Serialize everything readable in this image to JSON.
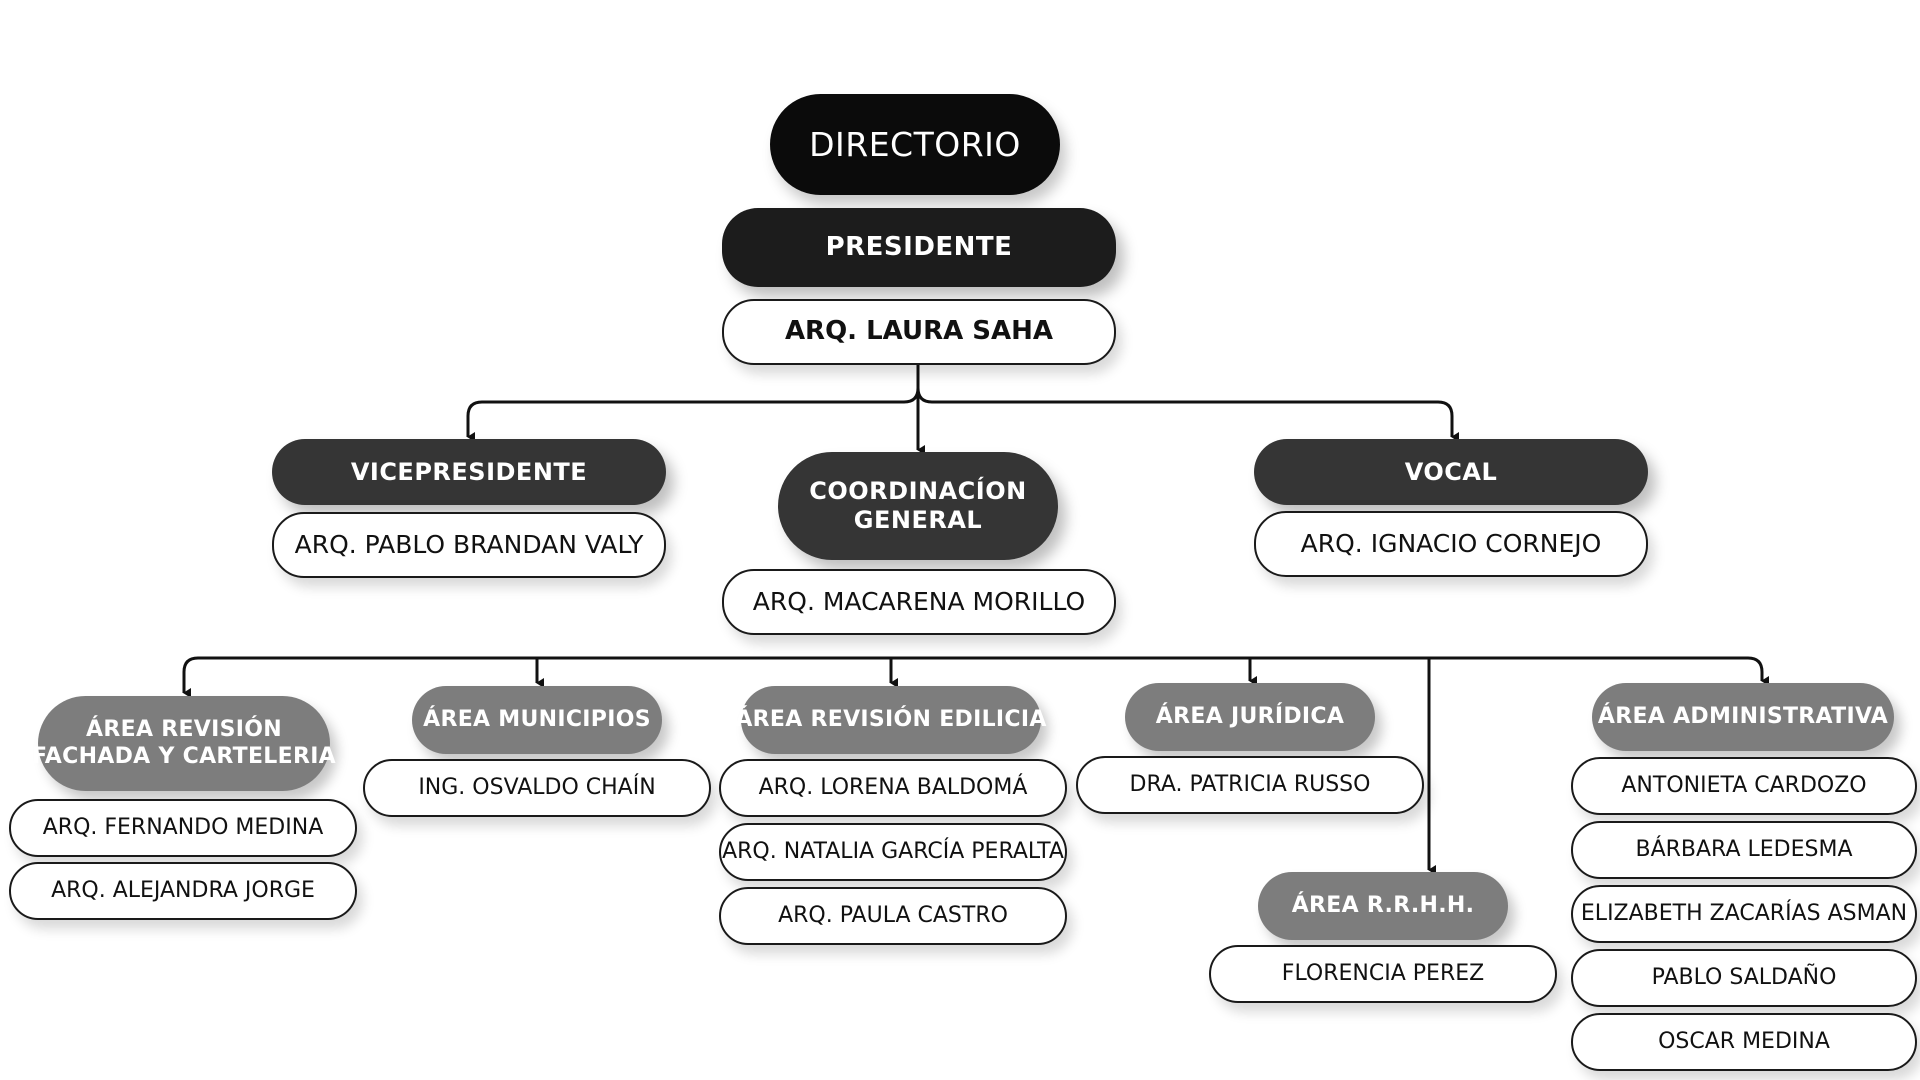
{
  "directorio": "DIRECTORIO",
  "presidente": {
    "title": "PRESIDENTE",
    "name": "ARQ. LAURA SAHA"
  },
  "vicepresidente": {
    "title": "VICEPRESIDENTE",
    "name": "ARQ. PABLO BRANDAN VALY"
  },
  "coordinacion": {
    "title_line1": "COORDINACÍON",
    "title_line2": "GENERAL",
    "name": "ARQ. MACARENA MORILLO"
  },
  "vocal": {
    "title": "VOCAL",
    "name": "ARQ. IGNACIO CORNEJO"
  },
  "area_fachada": {
    "title_line1": "ÁREA REVISIÓN",
    "title_line2": "FACHADA Y CARTELERIA",
    "members": [
      "ARQ. FERNANDO MEDINA",
      "ARQ. ALEJANDRA JORGE"
    ]
  },
  "area_municipios": {
    "title": "ÁREA MUNICIPIOS",
    "members": [
      "ING. OSVALDO CHAÍN"
    ]
  },
  "area_edilicia": {
    "title": "ÁREA REVISIÓN EDILICIA",
    "members": [
      "ARQ. LORENA BALDOMÁ",
      "ARQ. NATALIA GARCÍA PERALTA",
      "ARQ. PAULA CASTRO"
    ]
  },
  "area_juridica": {
    "title": "ÁREA JURÍDICA",
    "members": [
      "DRA. PATRICIA RUSSO"
    ]
  },
  "area_rrhh": {
    "title": "ÁREA R.R.H.H.",
    "members": [
      "FLORENCIA PEREZ"
    ]
  },
  "area_administrativa": {
    "title": "ÁREA ADMINISTRATIVA",
    "members": [
      "ANTONIETA CARDOZO",
      "BÁRBARA LEDESMA",
      "ELIZABETH ZACARÍAS ASMAN",
      "PABLO SALDAÑO",
      "OSCAR MEDINA"
    ]
  }
}
